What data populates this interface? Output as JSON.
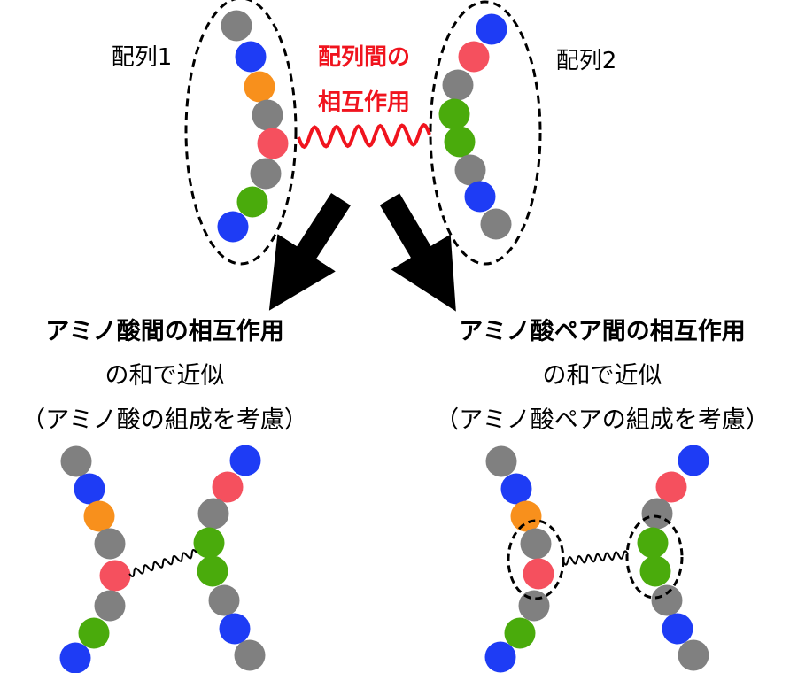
{
  "colors": {
    "gray": "#808080",
    "blue": "#1e3cf5",
    "red": "#f5505e",
    "green": "#4aab0c",
    "orange": "#f8901c",
    "interaction": "#f0141e"
  },
  "top": {
    "sequence1_label": "配列1",
    "sequence2_label": "配列2",
    "interaction_line1": "配列間の",
    "interaction_line2": "相互作用",
    "sequence1": [
      "gray",
      "blue",
      "orange",
      "gray",
      "red",
      "gray",
      "green",
      "blue"
    ],
    "sequence2": [
      "blue",
      "red",
      "gray",
      "green",
      "green",
      "gray",
      "blue",
      "gray"
    ]
  },
  "left_method": {
    "title": "アミノ酸間の相互作用",
    "line2": "の和で近似",
    "line3": "（アミノ酸の組成を考慮）"
  },
  "right_method": {
    "title": "アミノ酸ペア間の相互作用",
    "line2": "の和で近似",
    "line3": "（アミノ酸ペアの組成を考慮）"
  }
}
